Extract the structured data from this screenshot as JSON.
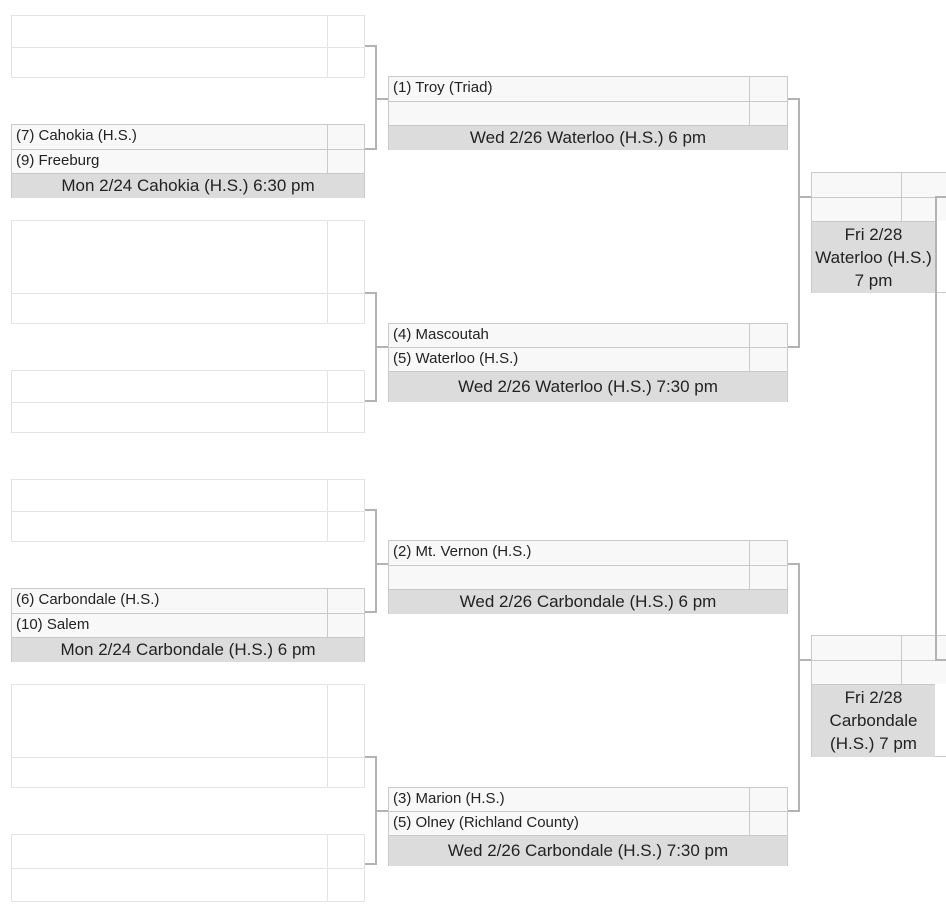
{
  "bracket": {
    "round1": {
      "game_top": {
        "team1": "(7) Cahokia (H.S.)",
        "team2": "(9) Freeburg",
        "info": "Mon 2/24 Cahokia (H.S.) 6:30 pm"
      },
      "game_bottom": {
        "team1": "(6) Carbondale (H.S.)",
        "team2": "(10) Salem",
        "info": "Mon 2/24 Carbondale (H.S.) 6 pm"
      }
    },
    "quarterfinals": [
      {
        "team1": "(1) Troy (Triad)",
        "team2": "",
        "info": "Wed 2/26 Waterloo (H.S.) 6 pm"
      },
      {
        "team1": "(4) Mascoutah",
        "team2": "(5) Waterloo (H.S.)",
        "info": "Wed 2/26 Waterloo (H.S.) 7:30 pm"
      },
      {
        "team1": "(2) Mt. Vernon (H.S.)",
        "team2": "",
        "info": "Wed 2/26 Carbondale (H.S.) 6 pm"
      },
      {
        "team1": "(3) Marion (H.S.)",
        "team2": "(5) Olney (Richland County)",
        "info": "Wed 2/26 Carbondale (H.S.) 7:30 pm"
      }
    ],
    "semifinals": [
      {
        "team1": "",
        "team2": "",
        "info": "Fri 2/28 Waterloo (H.S.) 7 pm"
      },
      {
        "team1": "",
        "team2": "",
        "info": "Fri 2/28 Carbondale (H.S.) 7 pm"
      }
    ]
  }
}
